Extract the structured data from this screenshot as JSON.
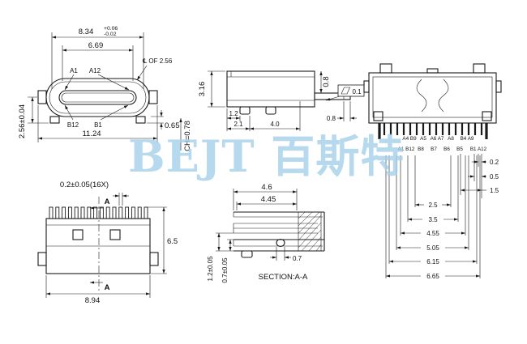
{
  "watermark": {
    "text": "BEJT 百斯特",
    "color": "#a6d0eb"
  },
  "front_view": {
    "dim_shell_width": "8.34",
    "tol_plus": "+0.06",
    "tol_minus": "-0.02",
    "dim_opening_width": "6.69",
    "pin_a1": "A1",
    "pin_a12": "A12",
    "centerline_note": "℄ OF 2.56",
    "pin_b12": "B12",
    "pin_b1": "B1",
    "dim_overall_width": "11.24",
    "dim_height": "2.56±0.04",
    "dim_standoff": "0.65",
    "dim_chamfer": "CH=0.78"
  },
  "side_view": {
    "dim_height": "3.16",
    "dim_shell_top": "0.8",
    "dim_foot_offset": "1.2",
    "dim_foot_pitch_a": "2.1",
    "dim_foot_pitch_b": "4.0",
    "dim_lead_length": "0.8",
    "flatness_tolerance": "0.1"
  },
  "rear_view": {
    "pin_labels_top": [
      "A4 B9",
      "A5",
      "A6 A7",
      "A8",
      "B4 A9"
    ],
    "pin_labels_bottom": [
      "A1 B12",
      "B8",
      "B7",
      "B6",
      "B5",
      "B1 A12"
    ],
    "dim_right_1": "0.2",
    "dim_right_2": "0.5",
    "dim_right_3": "1.5",
    "dim_pitch_1": "2.5",
    "dim_pitch_2": "3.5",
    "dim_pitch_3": "4.55",
    "dim_pitch_4": "5.05",
    "dim_pitch_5": "6.15",
    "dim_pitch_6": "6.65"
  },
  "plan_view": {
    "dim_pin_width": "0.2±0.05(16X)",
    "section_marker_top": "A",
    "section_marker_bottom": "A",
    "dim_depth": "6.5",
    "dim_body_width": "8.94"
  },
  "section_view": {
    "dim_outer": "4.6",
    "dim_inner": "4.45",
    "dim_tongue": "1.2±0.05",
    "dim_contact": "0.7±0.05",
    "dim_bump": "0.7",
    "label": "SECTION:A-A"
  }
}
